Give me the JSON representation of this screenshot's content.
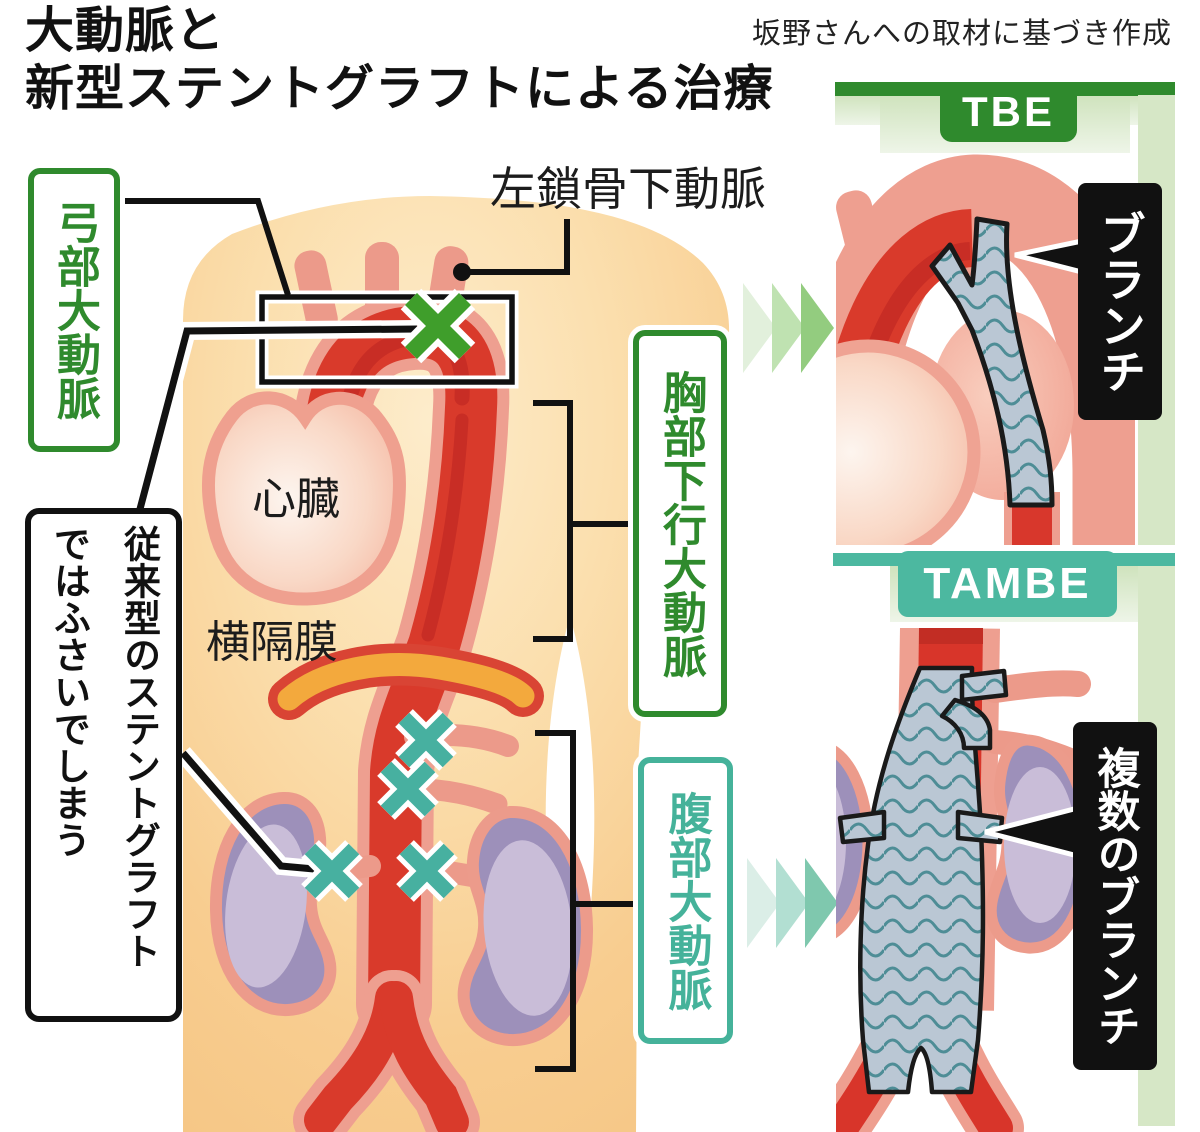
{
  "title": {
    "line1": "大動脈と",
    "line2": "新型ステントグラフトによる治療"
  },
  "credit": "坂野さんへの取材に基づき作成",
  "labels": {
    "subclavian": "左鎖骨下動脈",
    "aortic_arch": "弓部大動脈",
    "heart": "心臓",
    "diaphragm": "横隔膜",
    "thoracic_descending": "胸部下行大動脈",
    "abdominal": "腹部大動脈",
    "conventional_note": "従来型のステントグラフトではふさいでしまう"
  },
  "panels": {
    "tbe": {
      "title": "TBE",
      "callout": "ブランチ"
    },
    "tambe": {
      "title": "TAMBE",
      "callout": "複数のブランチ"
    }
  },
  "colors": {
    "green": "#2f8a2d",
    "teal": "#4cb8a0",
    "teal_border": "#45b29a",
    "light_green_frame": "#d6e7c6",
    "artery_red": "#d93a2b",
    "artery_dark_red": "#c82d25",
    "vessel_salmon": "#ee9f90",
    "body_peach": "#f8cd90",
    "diaphragm_yellow": "#f3a93d",
    "kidney_purple": "#9d90ba",
    "stent_fill": "#bac7d4",
    "stent_wave": "#4e8d96",
    "x_green": "#3f9e2b",
    "x_teal": "#47b0a0",
    "callout_box": "#111111"
  }
}
